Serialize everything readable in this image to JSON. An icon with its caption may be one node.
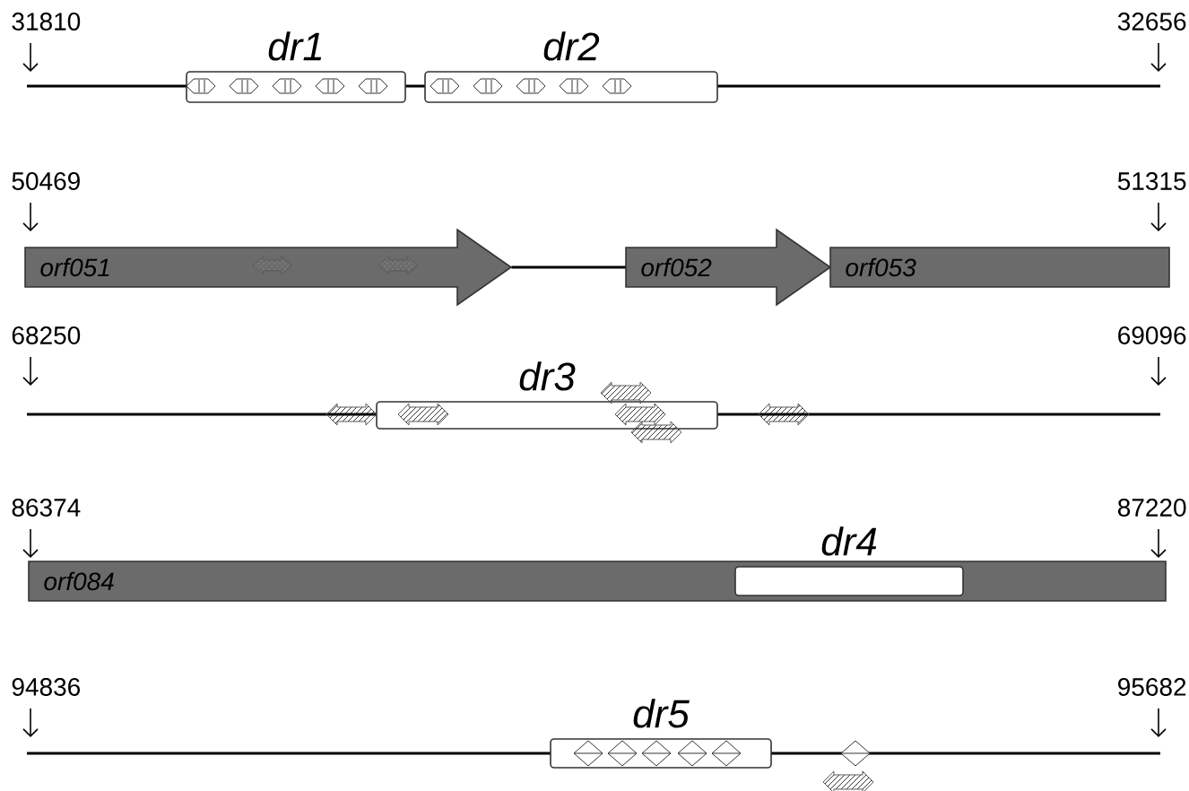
{
  "diagram": {
    "nodes": [
      {
        "text": [
          "dr1"
        ]
      },
      {
        "text": [
          "dr2"
        ]
      },
      {
        "text": [
          "orf051"
        ]
      },
      {
        "text": [
          "orf052"
        ]
      },
      {
        "text": [
          "orf053"
        ]
      },
      {
        "text": [
          "dr3"
        ]
      },
      {
        "text": [
          "orf084"
        ]
      },
      {
        "text": [
          "dr4"
        ],
        "in": 6
      },
      {
        "text": [
          "dr5"
        ]
      }
    ],
    "edges": [
      {
        "from": 2,
        "to": 3,
        "arrow": "none"
      }
    ],
    "labels": [
      "31810",
      "32656",
      "50469",
      "51315",
      "68250",
      "69096",
      "86374",
      "87220",
      "94836",
      "95682"
    ]
  }
}
